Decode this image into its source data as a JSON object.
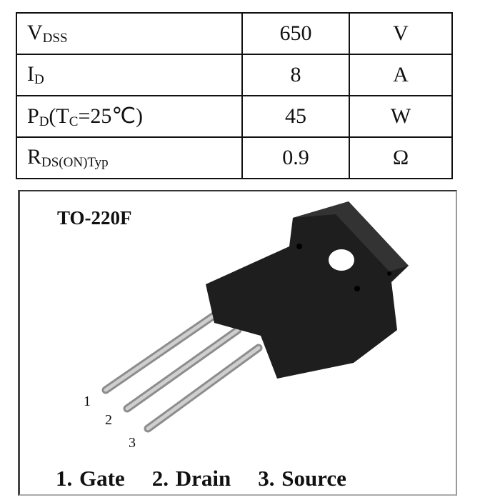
{
  "specs": [
    {
      "param": "V",
      "sub": "DSS",
      "rest": "",
      "rest_sub": "",
      "tail": "",
      "value": "650",
      "unit": "V"
    },
    {
      "param": "I",
      "sub": "D",
      "rest": "",
      "rest_sub": "",
      "tail": "",
      "value": "8",
      "unit": "A"
    },
    {
      "param": "P",
      "sub": "D",
      "rest": "(T",
      "rest_sub": "C",
      "tail": "=25℃)",
      "value": "45",
      "unit": "W"
    },
    {
      "param": "R",
      "sub": "DS(ON)Typ",
      "rest": "",
      "rest_sub": "",
      "tail": "",
      "value": "0.9",
      "unit": "Ω"
    }
  ],
  "package": {
    "name": "TO-220F",
    "pin_numbers": [
      "1",
      "2",
      "3"
    ],
    "pins": [
      "1. Gate",
      "2. Drain",
      "3. Source"
    ]
  }
}
